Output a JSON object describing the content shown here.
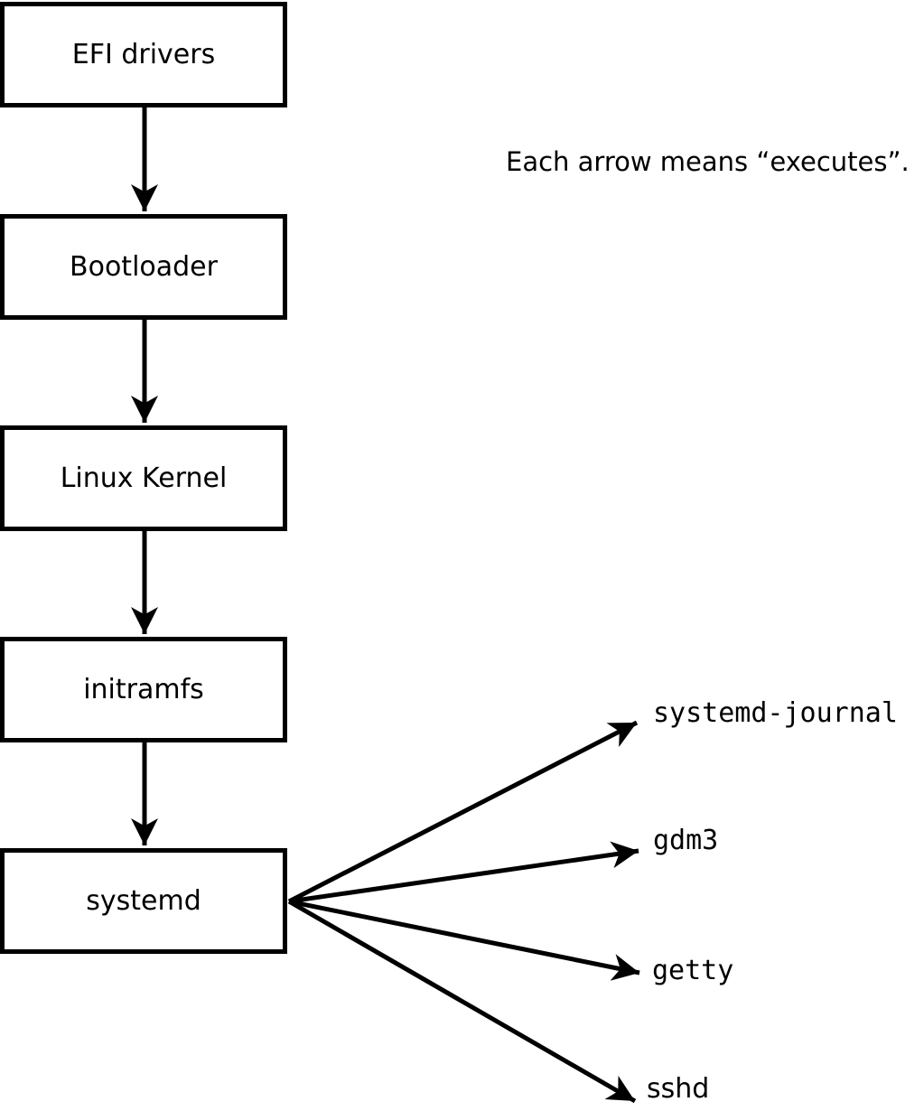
{
  "diagram": {
    "annotation": "Each arrow means “executes”.",
    "chain": [
      {
        "label": "EFI drivers"
      },
      {
        "label": "Bootloader"
      },
      {
        "label": "Linux Kernel"
      },
      {
        "label": "initramfs"
      },
      {
        "label": "systemd"
      }
    ],
    "spawned": [
      {
        "label": "systemd-journal"
      },
      {
        "label": "gdm3"
      },
      {
        "label": "getty"
      },
      {
        "label": "sshd"
      }
    ],
    "colors": {
      "stroke": "#000000",
      "background": "#ffffff",
      "text": "#000000"
    }
  }
}
